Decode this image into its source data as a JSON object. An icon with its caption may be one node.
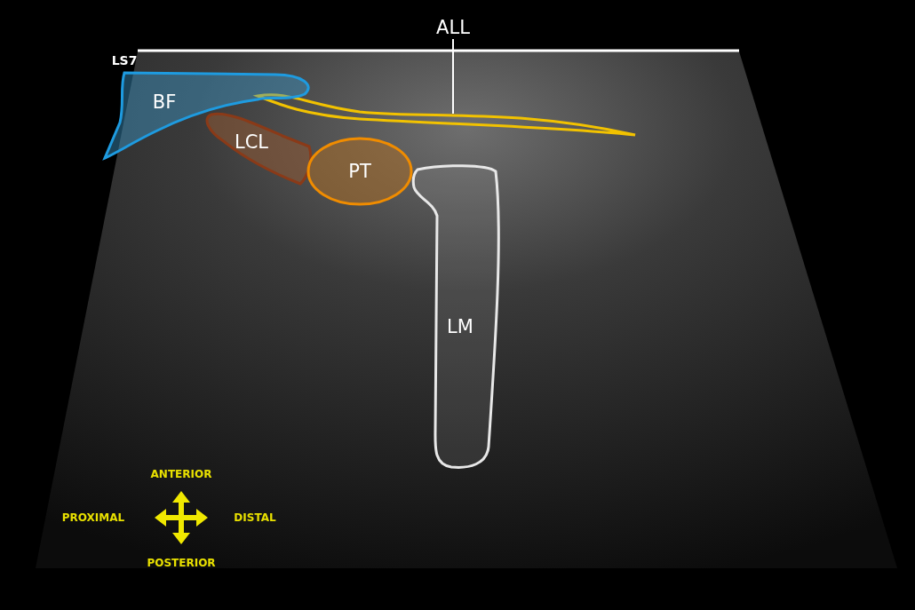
{
  "diagram": {
    "nodes": [
      {
        "text": [
          "ALL"
        ]
      },
      {
        "text": [],
        "shape": "band"
      },
      {
        "text": [
          "BF"
        ]
      },
      {
        "text": [
          "LCL"
        ]
      },
      {
        "text": [
          "PT"
        ]
      },
      {
        "text": [
          "LM"
        ]
      }
    ],
    "edges": [
      {
        "from": 0,
        "to": 1,
        "arrow": "none"
      }
    ],
    "labels": [
      "LS7",
      "ANTERIOR",
      "PROXIMAL",
      "DISTAL",
      "POSTERIOR"
    ]
  }
}
